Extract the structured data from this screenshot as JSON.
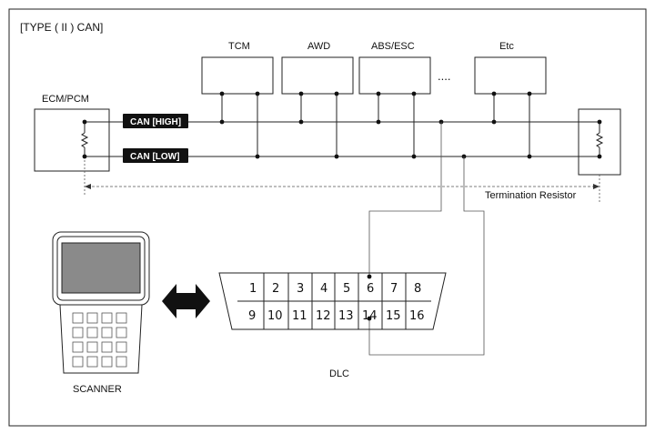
{
  "title": "[TYPE ( II ) CAN]",
  "ecm_label": "ECM/PCM",
  "modules": [
    "TCM",
    "AWD",
    "ABS/ESC",
    "Etc"
  ],
  "ellipsis": "....",
  "can_high_label": "CAN [HIGH]",
  "can_low_label": "CAN [LOW]",
  "termination_label": "Termination Resistor",
  "dlc_label": "DLC",
  "scanner_label": "SCANNER",
  "dlc_pins_top": [
    "1",
    "2",
    "3",
    "4",
    "5",
    "6",
    "7",
    "8"
  ],
  "dlc_pins_bottom": [
    "9",
    "10",
    "11",
    "12",
    "13",
    "14",
    "15",
    "16"
  ],
  "colors": {
    "line": "#222222",
    "badge": "#111111",
    "screen": "#8a8a8a"
  }
}
